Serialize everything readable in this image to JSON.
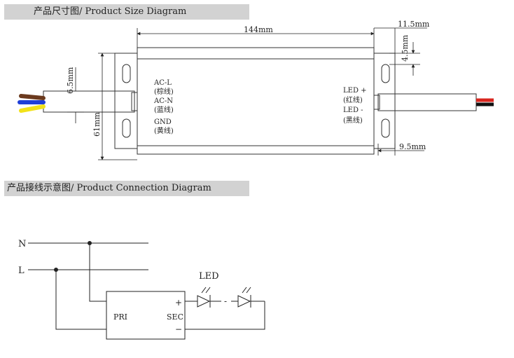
{
  "size_diagram": {
    "title": "产品尺寸图/ Product Size Diagram",
    "dimensions": {
      "length": "144mm",
      "width": "61mm",
      "cable_offset": "6.5mm",
      "flange_top": "11.5mm",
      "flange_gap": "4.5mm",
      "flange_bottom": "9.5mm"
    },
    "input_labels": [
      "AC-L",
      "(棕线)",
      "AC-N",
      "(蓝线)",
      "GND",
      "(黄线)"
    ],
    "output_labels": [
      "LED +",
      "(红线)",
      "LED -",
      "(黑线)"
    ]
  },
  "connection_diagram": {
    "title": "产品接线示意图/ Product Connection Diagram",
    "line_n": "N",
    "line_l": "L",
    "led_label": "LED",
    "pri_label": "PRI",
    "sec_label": "SEC",
    "plus": "+",
    "minus": "−",
    "dash": "-"
  },
  "colors": {
    "banner": "#d2d2d2",
    "wire_brown": "#6b3a1e",
    "wire_blue": "#1f3fd8",
    "wire_yellow": "#f2e21a",
    "wire_red": "#d8251e",
    "wire_black": "#111111"
  }
}
